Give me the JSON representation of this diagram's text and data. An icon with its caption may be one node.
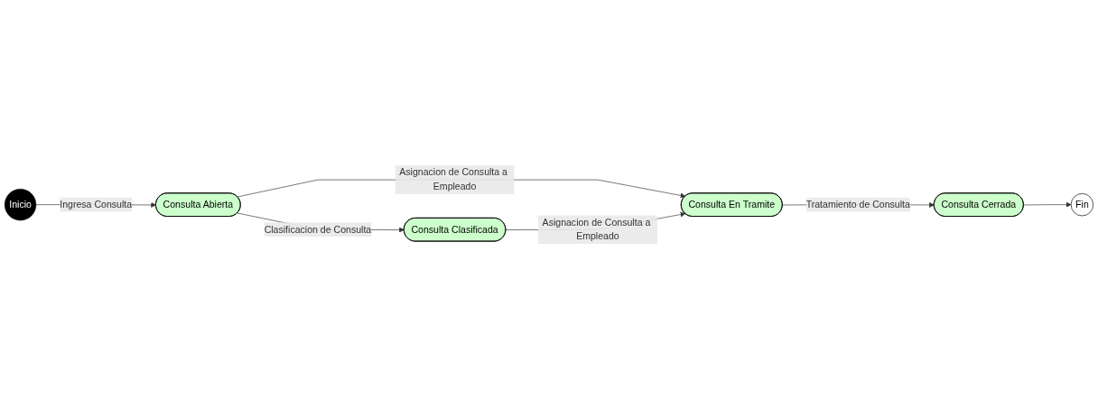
{
  "diagram": {
    "nodes": [
      {
        "text": [
          "Inicio"
        ]
      },
      {
        "text": [
          "Consulta Abierta"
        ]
      },
      {
        "text": [
          "Consulta Clasificada"
        ]
      },
      {
        "text": [
          "Consulta En Tramite"
        ]
      },
      {
        "text": [
          "Consulta Cerrada"
        ]
      },
      {
        "text": [
          "Fin"
        ]
      }
    ],
    "edges": [
      {
        "from": 0,
        "to": 1,
        "arrow": "to",
        "label": "Ingresa Consulta"
      },
      {
        "from": 1,
        "to": 3,
        "arrow": "to",
        "label": "Asignacion de Consulta a Empleado"
      },
      {
        "from": 1,
        "to": 2,
        "arrow": "to",
        "label": "Clasificacion de Consulta"
      },
      {
        "from": 2,
        "to": 3,
        "arrow": "to",
        "label": "Asignacion de Consulta a Empleado"
      },
      {
        "from": 3,
        "to": 4,
        "arrow": "to",
        "label": "Tratamiento de Consulta"
      },
      {
        "from": 4,
        "to": 5,
        "arrow": "to"
      }
    ]
  }
}
